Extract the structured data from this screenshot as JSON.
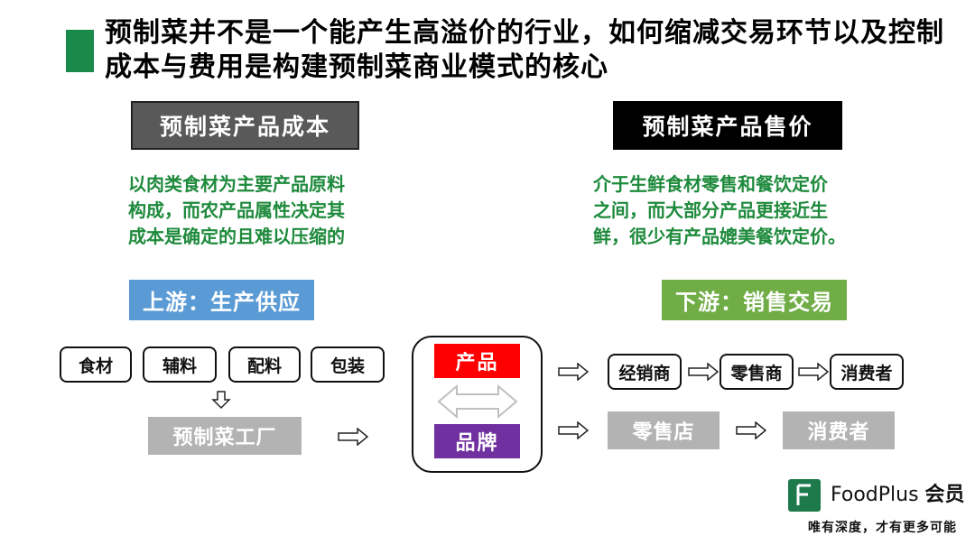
{
  "title": {
    "line1": "预制菜并不是一个能产生高溢价的行业，如何缩减交易环节以及控制",
    "line2": "成本与费用是构建预制菜商业模式的核心"
  },
  "cost_section": {
    "header": "预制菜产品成本",
    "desc_lines": [
      "以肉类食材为主要产品原料",
      "构成，而农产品属性决定其",
      "成本是确定的且难以压缩的"
    ]
  },
  "price_section": {
    "header": "预制菜产品售价",
    "desc_lines": [
      "介于生鲜食材零售和餐饮定价",
      "之间，而大部分产品更接近生",
      "鲜，很少有产品媲美餐饮定价。"
    ]
  },
  "upstream": {
    "label": "上游：生产供应",
    "inputs": [
      "食材",
      "辅料",
      "配料",
      "包装"
    ],
    "factory": "预制菜工厂"
  },
  "center": {
    "product": "产品",
    "brand": "品牌"
  },
  "downstream": {
    "label": "下游：销售交易",
    "chain1": [
      "经销商",
      "零售商",
      "消费者"
    ],
    "chain2": [
      "零售店",
      "消费者"
    ]
  },
  "logo": {
    "name": "FoodPlus",
    "suffix": "会员",
    "tagline": "唯有深度，才有更多可能"
  },
  "colors": {
    "brand_green": "#1a8a4a",
    "desc_green": "#1e8a3c",
    "upstream_blue": "#5b9bd5",
    "downstream_green": "#70ad47",
    "product_red": "#ff0000",
    "brand_purple": "#7030a0",
    "gray_box": "#b3b3b3"
  },
  "icons": {
    "arrow_right": "right-arrow-icon",
    "arrow_down": "down-arrow-icon",
    "double_arrow": "double-arrow-icon",
    "logo": "foodplus-logo-icon"
  }
}
